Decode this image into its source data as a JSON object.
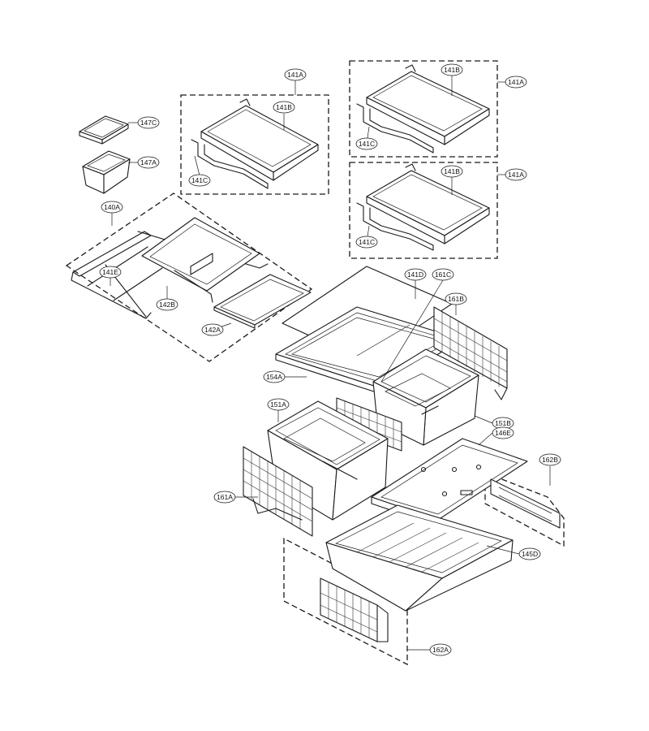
{
  "callouts": {
    "c141A_1": "141A",
    "c141A_2": "141A",
    "c141A_3": "141A",
    "c141B_1": "141B",
    "c141B_2": "141B",
    "c141B_3": "141B",
    "c141C_1": "141C",
    "c141C_2": "141C",
    "c141C_3": "141C",
    "c147C": "147C",
    "c147A": "147A",
    "c140A": "140A",
    "c141E": "141E",
    "c142B": "142B",
    "c142A": "142A",
    "c141D": "141D",
    "c161C": "161C",
    "c161B": "161B",
    "c154A": "154A",
    "c151A": "151A",
    "c151B": "151B",
    "c146E": "146E",
    "c162B": "162B",
    "c161A": "161A",
    "c145D": "145D",
    "c162A": "162A"
  },
  "colors": {
    "line": "#1a1a1a",
    "background": "#ffffff"
  }
}
